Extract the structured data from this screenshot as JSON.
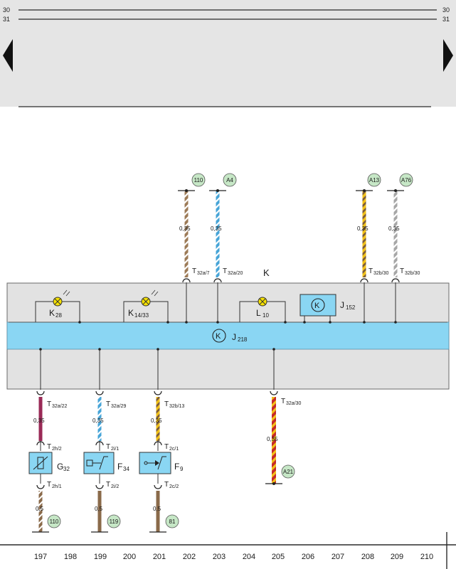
{
  "rails": {
    "left": [
      "30",
      "31"
    ],
    "right": [
      "30",
      "31"
    ]
  },
  "nav": {
    "prev_icon": "triangle-left-icon",
    "next_icon": "triangle-right-icon"
  },
  "colors": {
    "header_bg": "#e5e5e5",
    "box_bg": "#e2e2e2",
    "bus": "#8ad6f3",
    "badge_bg": "#c6e7c6",
    "wire_brown": "#9c7a56",
    "wire_blue": "#46a4d7",
    "wire_yellow": "#f2c218",
    "wire_red": "#c52a2a",
    "wire_violet": "#9a2a57",
    "wire_grey": "#a6a6a6"
  },
  "top_wires": [
    {
      "badge": "110",
      "gauge": "0,35",
      "conn": "T",
      "pin": "32a/7"
    },
    {
      "badge": "A4",
      "gauge": "0,35",
      "conn": "T",
      "pin": "32a/20"
    },
    {
      "badge": "A13",
      "gauge": "0,35",
      "conn": "T",
      "pin": "32b/30"
    },
    {
      "badge": "A76",
      "gauge": "0,35",
      "conn": "T",
      "pin": "32b/30"
    }
  ],
  "panel_label": "K",
  "lamps": [
    {
      "name": "K",
      "sub": "28"
    },
    {
      "name": "K",
      "sub": "14/33"
    },
    {
      "name": "L",
      "sub": "10"
    }
  ],
  "relay": {
    "symbol": "K",
    "name": "J",
    "sub": "152"
  },
  "bus": {
    "symbol": "K",
    "name": "J",
    "sub": "218"
  },
  "bottom_wires": [
    {
      "conn_top": "T",
      "pin_top": "32a/22",
      "gauge_top": "0,35",
      "sensor_top": "T",
      "sensor_top_pin": "2h/2",
      "comp": "G",
      "comp_sub": "32",
      "sensor_bot": "T",
      "sensor_bot_pin": "2h/1",
      "gauge_bot": "0,5",
      "badge": "110"
    },
    {
      "conn_top": "T",
      "pin_top": "32a/29",
      "gauge_top": "0,35",
      "sensor_top": "T",
      "sensor_top_pin": "2i/1",
      "comp": "F",
      "comp_sub": "34",
      "sensor_bot": "T",
      "sensor_bot_pin": "2i/2",
      "gauge_bot": "0,5",
      "badge": "119"
    },
    {
      "conn_top": "T",
      "pin_top": "32b/13",
      "gauge_top": "0,35",
      "sensor_top": "T",
      "sensor_top_pin": "2c/1",
      "comp": "F",
      "comp_sub": "9",
      "sensor_bot": "T",
      "sensor_bot_pin": "2c/2",
      "gauge_bot": "0,5",
      "badge": "81"
    }
  ],
  "single_wire": {
    "conn": "T",
    "pin": "32a/30",
    "gauge": "0,35",
    "badge": "A21"
  },
  "scale": [
    "197",
    "198",
    "199",
    "200",
    "201",
    "202",
    "203",
    "204",
    "205",
    "206",
    "207",
    "208",
    "209",
    "210"
  ]
}
